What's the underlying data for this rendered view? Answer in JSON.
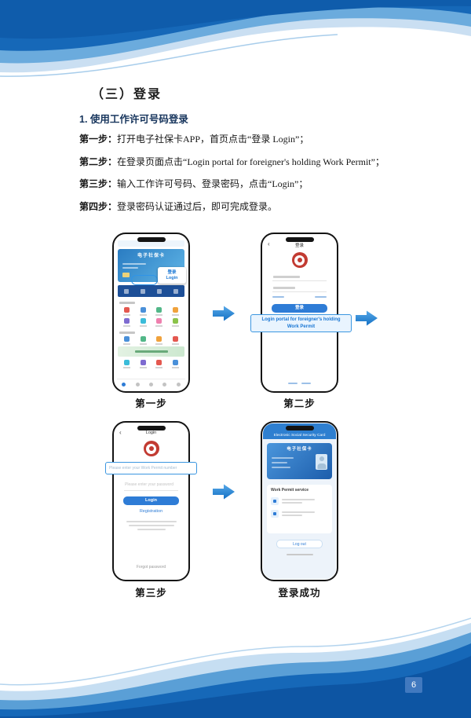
{
  "colors": {
    "accent_blue": "#1E7CD2",
    "wave_dark_blue": "#0F5CAB",
    "wave_mid_blue": "#5A9FD6",
    "wave_light_blue": "#C6DEF2",
    "arrow_blue": "#1E88D2",
    "page_badge_blue": "#4179BF",
    "callout_border_blue": "#3B96E0",
    "callout_text_blue": "#1A77D4"
  },
  "document": {
    "heading": "（三）登录",
    "subheading": "1. 使用工作许可号码登录",
    "steps": [
      {
        "label": "第一步：",
        "text": "打开电子社保卡APP，首页点击“登录 Login”；"
      },
      {
        "label": "第二步：",
        "text": "在登录页面点击“Login portal for foreigner's holding Work Permit”；"
      },
      {
        "label": "第三步：",
        "text": "输入工作许可号码、登录密码，点击“Login”；"
      },
      {
        "label": "第四步：",
        "text": "登录密码认证通过后，即可完成登录。"
      }
    ],
    "page_number": "6"
  },
  "figures": {
    "step1": {
      "caption": "第一步",
      "card_title": "电子社保卡",
      "callout_line1": "登录",
      "callout_line2": "Login"
    },
    "step2": {
      "caption": "第二步",
      "nav_title": "登录",
      "login_button": "登录",
      "callout_line1": "Login portal for foreigner's holding",
      "callout_line2": "Work Permit"
    },
    "step3": {
      "caption": "第三步",
      "nav_title": "Login",
      "work_permit_placeholder": "Please enter your Work Permit number",
      "password_placeholder": "Please enter your password",
      "login_button": "Login",
      "registration_link": "Registration",
      "forgot_password_link": "Forgot password"
    },
    "step4": {
      "caption": "登录成功",
      "header_title": "Electronic Social Security Card",
      "card_title": "电子社保卡",
      "panel_title": "Work Permit service",
      "logout_button": "Log out"
    }
  }
}
